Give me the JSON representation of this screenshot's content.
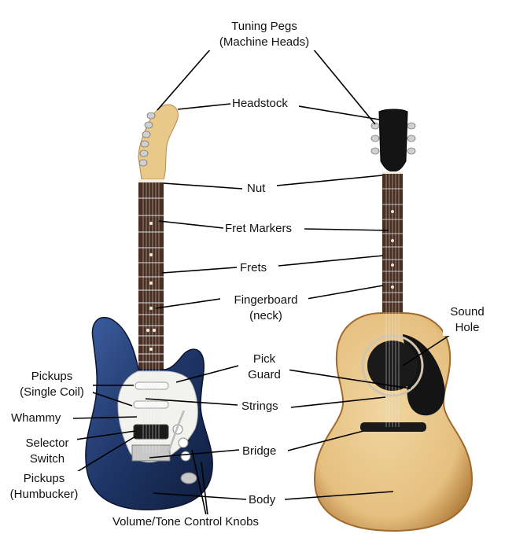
{
  "labels": {
    "tuning_pegs": [
      "Tuning Pegs",
      "(Machine Heads)"
    ],
    "headstock": "Headstock",
    "nut": "Nut",
    "fret_markers": "Fret Markers",
    "frets": "Frets",
    "fingerboard": [
      "Fingerboard",
      "(neck)"
    ],
    "sound_hole": [
      "Sound",
      "Hole"
    ],
    "pick_guard": [
      "Pick",
      "Guard"
    ],
    "pickups_single": [
      "Pickups",
      "(Single Coil)"
    ],
    "whammy": "Whammy",
    "strings": "Strings",
    "selector_switch": [
      "Selector",
      "Switch"
    ],
    "bridge": "Bridge",
    "pickups_humbucker": [
      "Pickups",
      "(Humbucker)"
    ],
    "body": "Body",
    "volume_tone_knobs": "Volume/Tone Control Knobs"
  },
  "colors": {
    "electric_body": "#1e3566",
    "electric_body_highlight": "#3d5ea0",
    "pickguard_white": "#f2f2ee",
    "maple_neck": "#e8c98a",
    "rosewood": "#4a2e22",
    "acoustic_top": "#e8c589",
    "acoustic_edge": "#b07a3a",
    "acoustic_pickguard": "#141414",
    "chrome": "#c8c8c8"
  }
}
